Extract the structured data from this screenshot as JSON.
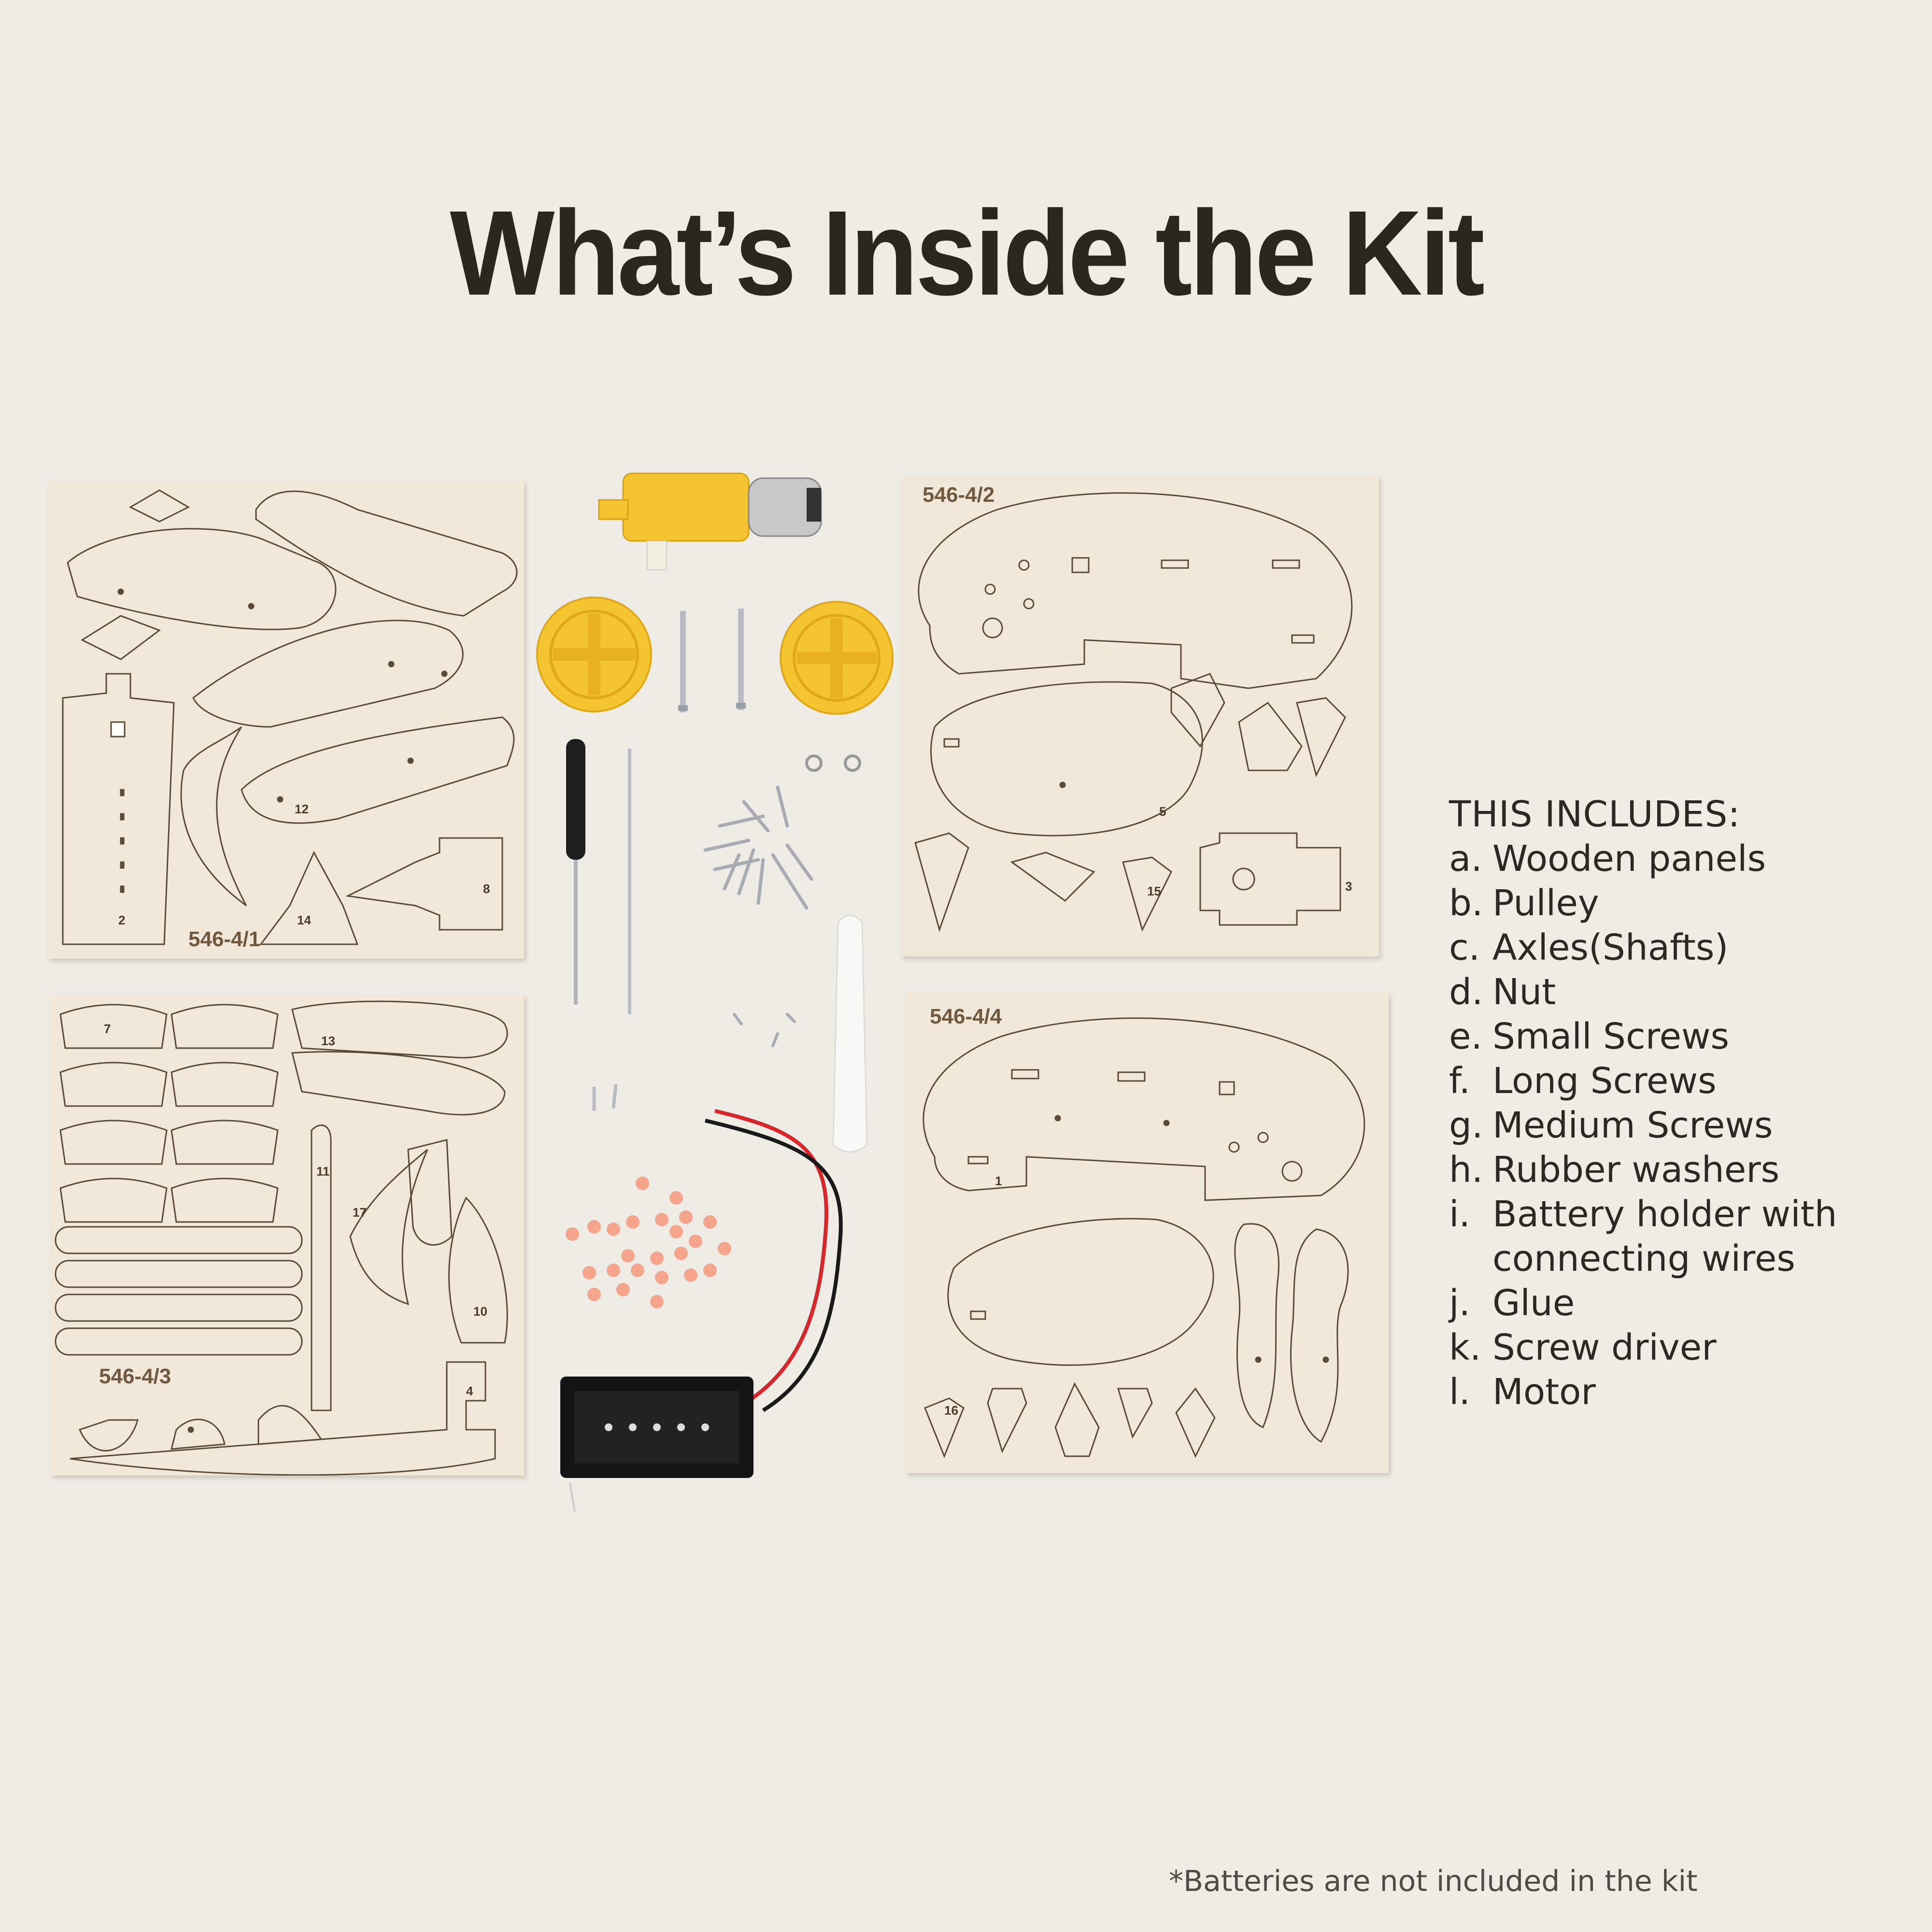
{
  "title": "What’s Inside the Kit",
  "panels": [
    {
      "code": "546-4/1",
      "parts": [
        "12",
        "2",
        "14",
        "8"
      ]
    },
    {
      "code": "546-4/2",
      "parts": [
        "5",
        "15",
        "3"
      ]
    },
    {
      "code": "546-4/3",
      "parts": [
        "7",
        "13",
        "11",
        "17",
        "10",
        "4"
      ]
    },
    {
      "code": "546-4/4",
      "parts": [
        "1",
        "16"
      ]
    }
  ],
  "includes": {
    "header": "THIS INCLUDES:",
    "items": [
      {
        "letter": "a.",
        "text": "Wooden panels"
      },
      {
        "letter": "b.",
        "text": "Pulley"
      },
      {
        "letter": "c.",
        "text": "Axles(Shafts)"
      },
      {
        "letter": "d.",
        "text": "Nut"
      },
      {
        "letter": "e.",
        "text": "Small Screws"
      },
      {
        "letter": "f.",
        "text": "Long Screws"
      },
      {
        "letter": "g.",
        "text": "Medium Screws"
      },
      {
        "letter": "h.",
        "text": "Rubber washers"
      },
      {
        "letter": "i.",
        "text": "Battery holder with",
        "cont": "connecting wires"
      },
      {
        "letter": "j.",
        "text": "Glue"
      },
      {
        "letter": "k.",
        "text": "Screw driver"
      },
      {
        "letter": "l.",
        "text": "Motor"
      }
    ]
  },
  "footnote": "*Batteries are not included in the kit",
  "colors": {
    "background": "#EFECE5",
    "wood": "#F2E8D9",
    "yellow": "#F5C531",
    "washer": "#F4A58C"
  }
}
